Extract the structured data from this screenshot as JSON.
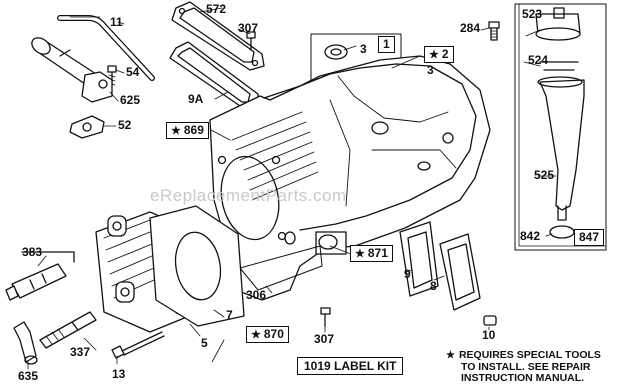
{
  "watermark": "eReplacementParts.com",
  "labels": {
    "p11": "11",
    "p54": "54",
    "p625": "625",
    "p52": "52",
    "p572": "572",
    "p307a": "307",
    "p9a": "9A",
    "p3a": "3",
    "p3b": "3",
    "p284": "284",
    "p523": "523",
    "p524": "524",
    "p525": "525",
    "p842": "842",
    "p383": "383",
    "p7": "7",
    "p306": "306",
    "p307b": "307",
    "p337": "337",
    "p5": "5",
    "p635": "635",
    "p13": "13",
    "p9": "9",
    "p8": "8",
    "p10": "10"
  },
  "boxed": {
    "b1": "1",
    "b2": "2",
    "b847": "847",
    "b869": "869",
    "b871": "871",
    "b870": "870"
  },
  "star_glyph": "★",
  "label_kit": "1019 LABEL KIT",
  "note": {
    "line1": "REQUIRES SPECIAL TOOLS",
    "line2": "TO INSTALL. SEE REPAIR",
    "line3": "INSTRUCTION MANUAL."
  }
}
